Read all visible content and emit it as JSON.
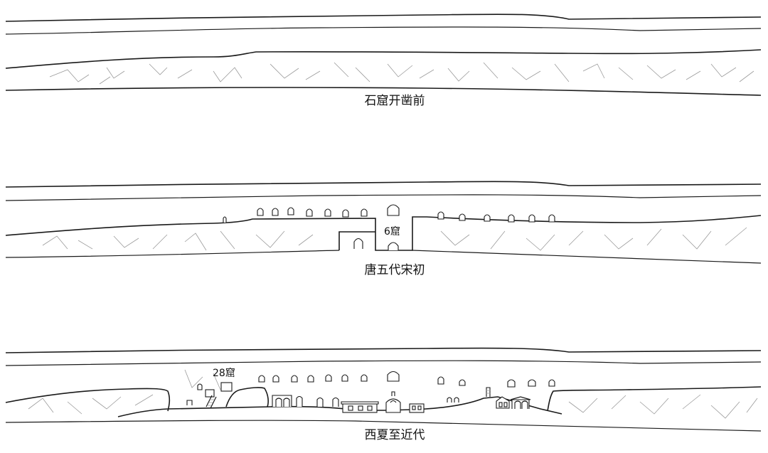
{
  "stages": [
    {
      "caption": "石窟开凿前"
    },
    {
      "caption": "唐五代宋初",
      "cave_label": "6窟"
    },
    {
      "caption": "西夏至近代",
      "cave_label": "28窟"
    }
  ]
}
